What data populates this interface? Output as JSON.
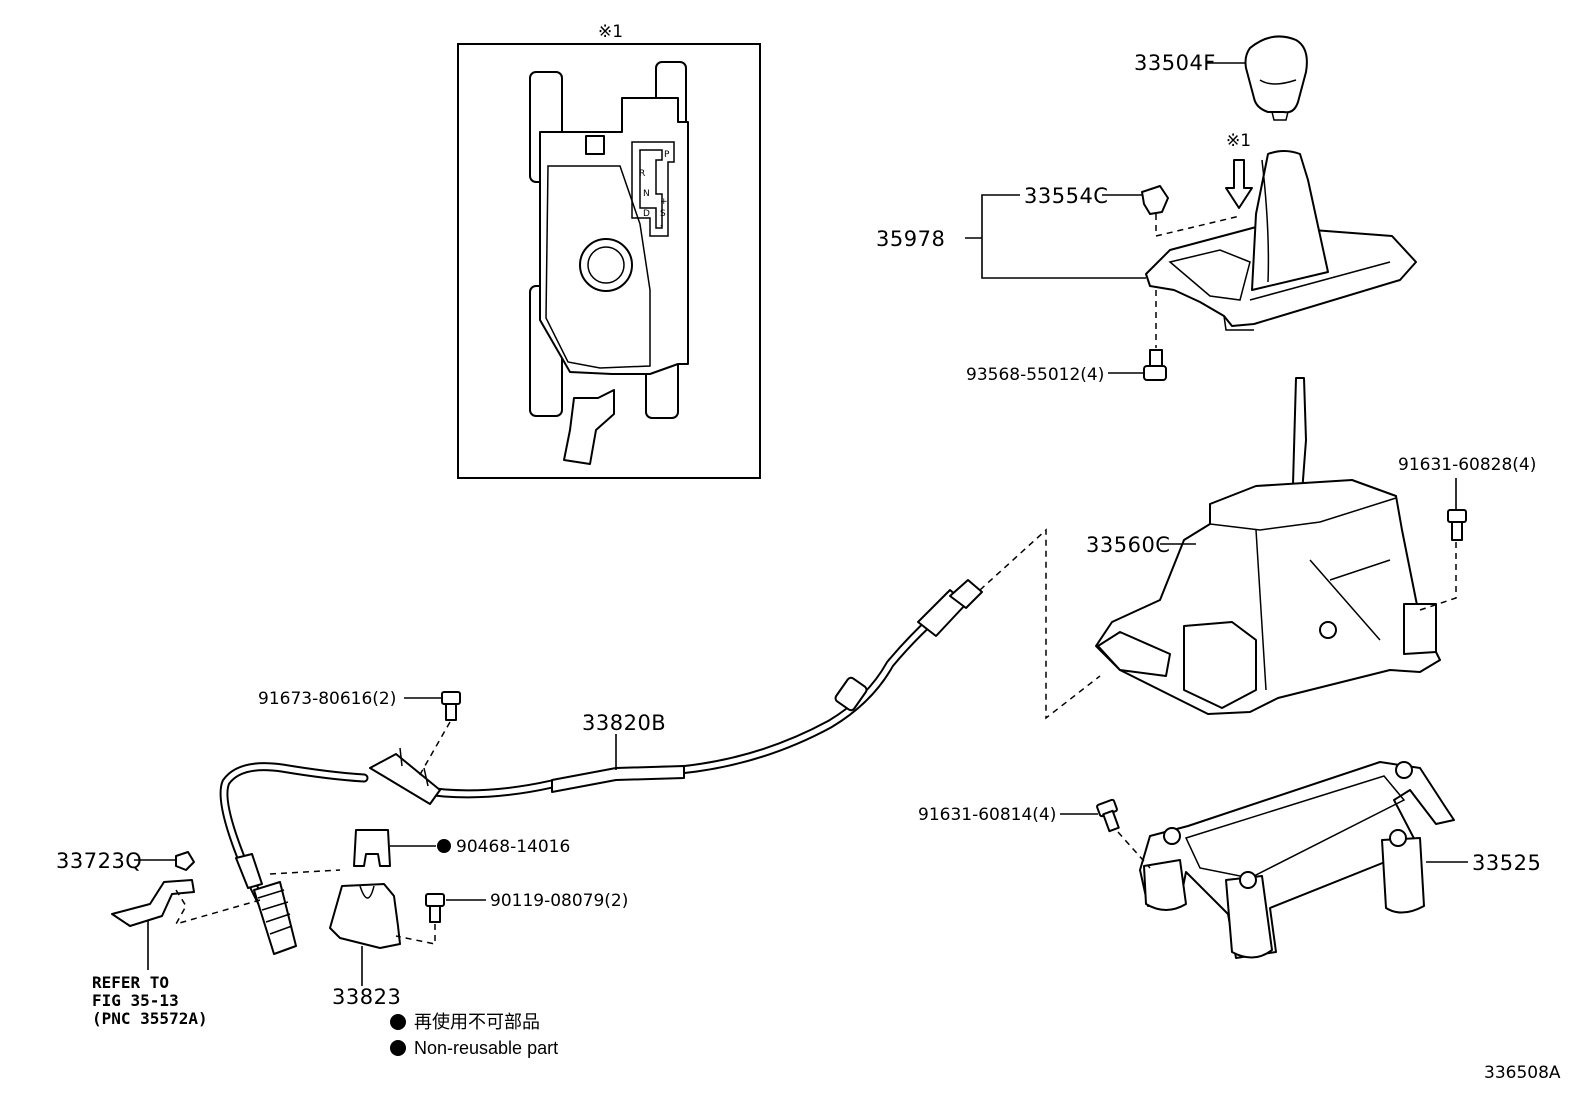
{
  "inset": {
    "marker": "※1",
    "gate_labels": [
      "P",
      "R",
      "N",
      "D",
      "S",
      "+",
      "-"
    ]
  },
  "callouts": {
    "knob": "33504F",
    "boot_marker": "※1",
    "clip": "33554C",
    "bezel": "35978",
    "screw_bezel": "93568-55012(4)",
    "bolt_right_top": "91631-60828(4)",
    "shift_lever_housing": "33560C",
    "cable": "33820B",
    "bolt_cable": "91673-80616(2)",
    "bracket_nut": "33723Q",
    "clip_nonreusable": "90468-14016",
    "bolt_bracket": "90119-08079(2)",
    "bracket": "33823",
    "bolt_right_bottom": "91631-60814(4)",
    "base_bracket": "33525"
  },
  "refer": {
    "line1": "REFER TO",
    "line2": "FIG 35-13",
    "line3": "(PNC 35572A)"
  },
  "legend": {
    "jp": "再使用不可部品",
    "en": "Non-reusable part"
  },
  "figure_id": "336508A"
}
